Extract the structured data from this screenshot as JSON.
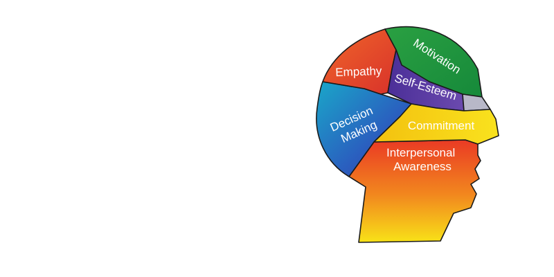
{
  "diagram": {
    "regions": [
      {
        "key": "motivation",
        "lines": [
          "Motivation"
        ],
        "color": "#1e9a3c"
      },
      {
        "key": "empathy",
        "lines": [
          "Empathy"
        ],
        "color": "#e5402a"
      },
      {
        "key": "self_esteem",
        "lines": [
          "Self-Esteem"
        ],
        "color": "#5b3aa0"
      },
      {
        "key": "decision_making",
        "lines": [
          "Decision",
          "Making"
        ],
        "color": "#1f7fc4"
      },
      {
        "key": "commitment",
        "lines": [
          "Commitment"
        ],
        "color": "#f5cf0f"
      },
      {
        "key": "interpersonal_awareness",
        "lines": [
          "Interpersonal",
          "Awareness"
        ],
        "color": "#ef5426"
      }
    ],
    "colors": {
      "outline": "#1a1a1a",
      "label_text": "#ffffff",
      "neck_gradient_top": "#ef4a25",
      "neck_gradient_bottom": "#f8e218",
      "nose_band": "#b8b8c8"
    }
  }
}
